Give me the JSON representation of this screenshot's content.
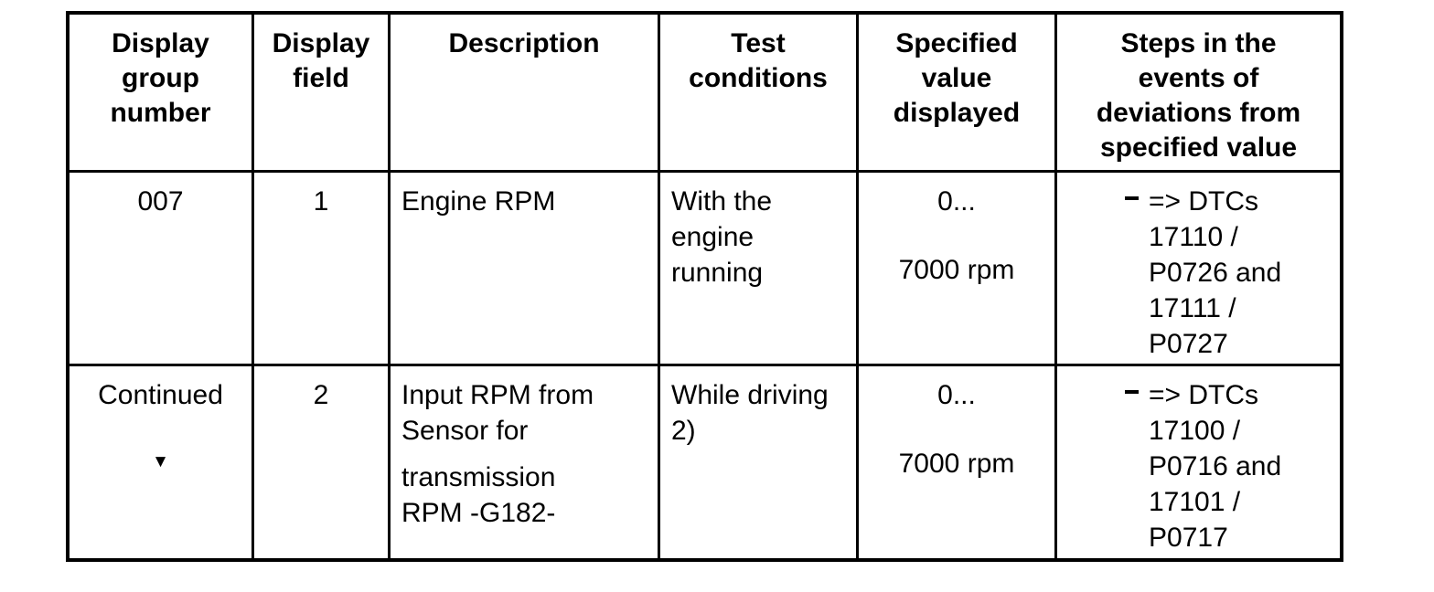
{
  "page": {
    "background_color": "#ffffff",
    "text_color": "#000000",
    "border_color": "#000000"
  },
  "table": {
    "headers": [
      {
        "label": "Display group number",
        "lines": [
          "Display",
          "group",
          "number"
        ]
      },
      {
        "label": "Display field",
        "lines": [
          "Display",
          "field"
        ]
      },
      {
        "label": "Description",
        "lines": [
          "Description"
        ]
      },
      {
        "label": "Test conditions",
        "lines": [
          "Test",
          "conditions"
        ]
      },
      {
        "label": "Specified value displayed",
        "lines": [
          "Specified",
          "value",
          "displayed"
        ]
      },
      {
        "label": "Steps in the events of deviations from specified value",
        "lines": [
          "Steps in the",
          "events of",
          "deviations from",
          "specified value"
        ]
      }
    ],
    "rows": [
      {
        "display_group_number": "007",
        "display_field": "1",
        "description": {
          "para1": [
            "Engine RPM"
          ],
          "para2": []
        },
        "test_conditions": [
          "With the",
          "engine",
          "running"
        ],
        "specified_value": {
          "from": "0...",
          "to": "7000 rpm"
        },
        "deviation_steps": {
          "bullet": "-",
          "lines": [
            "=> DTCs",
            "17110 /",
            "P0726 and",
            "17111 /",
            "P0727"
          ]
        }
      },
      {
        "display_group_number": "Continued",
        "continuation_marker": "▼",
        "display_field": "2",
        "description": {
          "para1": [
            "Input RPM from",
            "Sensor for"
          ],
          "para2": [
            "transmission",
            "RPM -G182-"
          ]
        },
        "test_conditions": [
          "While driving",
          "2)"
        ],
        "specified_value": {
          "from": "0...",
          "to": "7000 rpm"
        },
        "deviation_steps": {
          "bullet": "-",
          "lines": [
            "=> DTCs",
            "17100 /",
            "P0716 and",
            "17101 /",
            "P0717"
          ]
        }
      }
    ]
  }
}
